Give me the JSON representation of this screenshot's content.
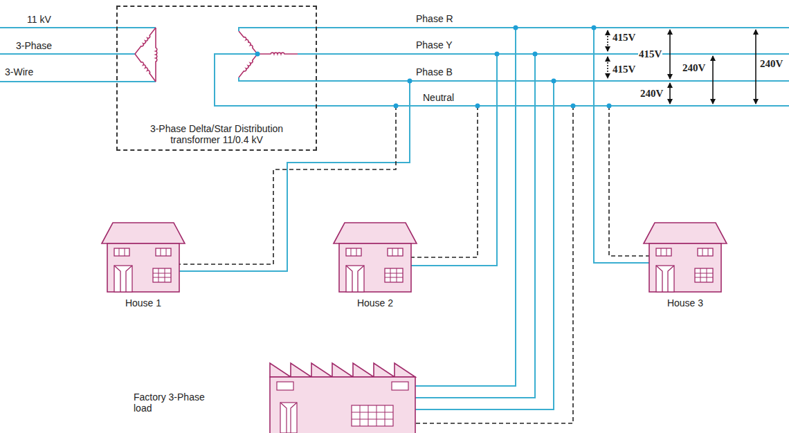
{
  "diagram": {
    "nodes": [
      {
        "text": [
          "3-Phase Delta/Star Distribution transformer 11/0.4 kV"
        ]
      }
    ],
    "labels": [
      "11 kV",
      "3-Phase",
      "3-Wire",
      "Phase R",
      "Phase Y",
      "Phase B",
      "Neutral",
      "415V",
      "415V",
      "415V",
      "240V",
      "240V",
      "240V",
      "House 1",
      "House 2",
      "House 3",
      "Factory 3-Phase load"
    ]
  }
}
